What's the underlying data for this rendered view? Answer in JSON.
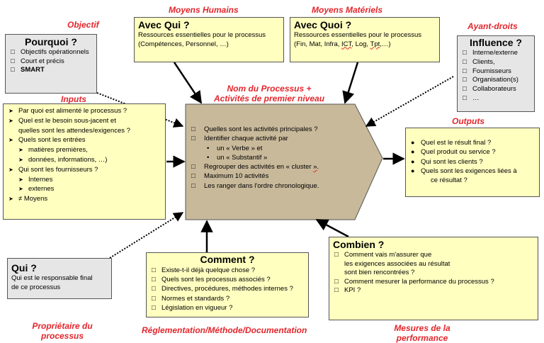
{
  "labels": {
    "objectif": "Objectif",
    "moyens_humains": "Moyens Humains",
    "moyens_materiels": "Moyens Matériels",
    "ayant_droits": "Ayant-droits",
    "process_name_line1": "Nom du Processus  +",
    "process_name_line2": "Activités de premier niveau",
    "inputs": "Inputs",
    "outputs": "Outputs",
    "proprietaire_line1": "Propriétaire du",
    "proprietaire_line2": "processus",
    "reglementation": "Réglementation/Méthode/Documentation",
    "mesures_line1": "Mesures de la",
    "mesures_line2": "performance"
  },
  "pourquoi": {
    "title": "Pourquoi ?",
    "items": [
      "Objectifs opérationnels",
      "Court et précis",
      "SMART"
    ]
  },
  "avec_qui": {
    "title": "Avec Qui ?",
    "line1": "Ressources essentielles pour le processus",
    "line2": "(Compétences, Personnel, …)"
  },
  "avec_quoi": {
    "title": "Avec Quoi ?",
    "line1": "Ressources essentielles pour le processus",
    "line2_pre": "(Fin, Mat, Infra, ",
    "line2_ict": "ICT",
    "line2_mid": ", Log, ",
    "line2_tpt": "Tpt",
    "line2_post": ",…)"
  },
  "influence": {
    "title": "Influence ?",
    "items": [
      "Interne/externe",
      "Clients,",
      "Fournisseurs",
      "Organisation(s)",
      "Collaborateurs",
      "…"
    ]
  },
  "inputs": {
    "items": [
      "Par quoi est alimenté le processus ?",
      "Quel est le besoin sous-jacent et",
      "quelles sont les attendes/exigences ?",
      "Quels sont les entrées",
      "matières premières,",
      "données, informations, …)",
      "Qui sont les fournisseurs ?",
      "Internes",
      "externes",
      "≠ Moyens"
    ]
  },
  "process": {
    "items": [
      "Quelles sont les activités principales ?",
      "Identifier chaque activité par",
      "un « Verbe » et",
      "un « Substantif »",
      "Regrouper des activités en « cluster ",
      "»",
      ".",
      "Maximum 10 activités",
      "Les ranger dans l'ordre chronologique."
    ]
  },
  "outputs": {
    "items": [
      "Quel est le résult final ?",
      "Quel produit ou service ?",
      "Qui sont les clients ?",
      "Quels sont les exigences liées à",
      "ce résultat ?"
    ]
  },
  "qui": {
    "title": "Qui ?",
    "line1": "Qui est le responsable final",
    "line2": "de ce processus"
  },
  "comment": {
    "title": "Comment ?",
    "items": [
      "Existe-t-il déjà quelque chose ?",
      "Quels sont les processus associés ?",
      "Directives, procédures, méthodes internes ?",
      "Normes et standards ?",
      "Législation en vigueur ?"
    ]
  },
  "combien": {
    "title": "Combien ?",
    "items": [
      "Comment vais m'assurer que",
      "les exigences associées au résultat",
      "sont bien rencontrées ?",
      "Comment mesurer la performance du processus ?",
      "KPI ?"
    ]
  },
  "colors": {
    "label_red": "#e3262c",
    "box_yellow": "#ffffc0",
    "box_grey": "#e6e6e6",
    "process_fill": "#c8b99a"
  }
}
